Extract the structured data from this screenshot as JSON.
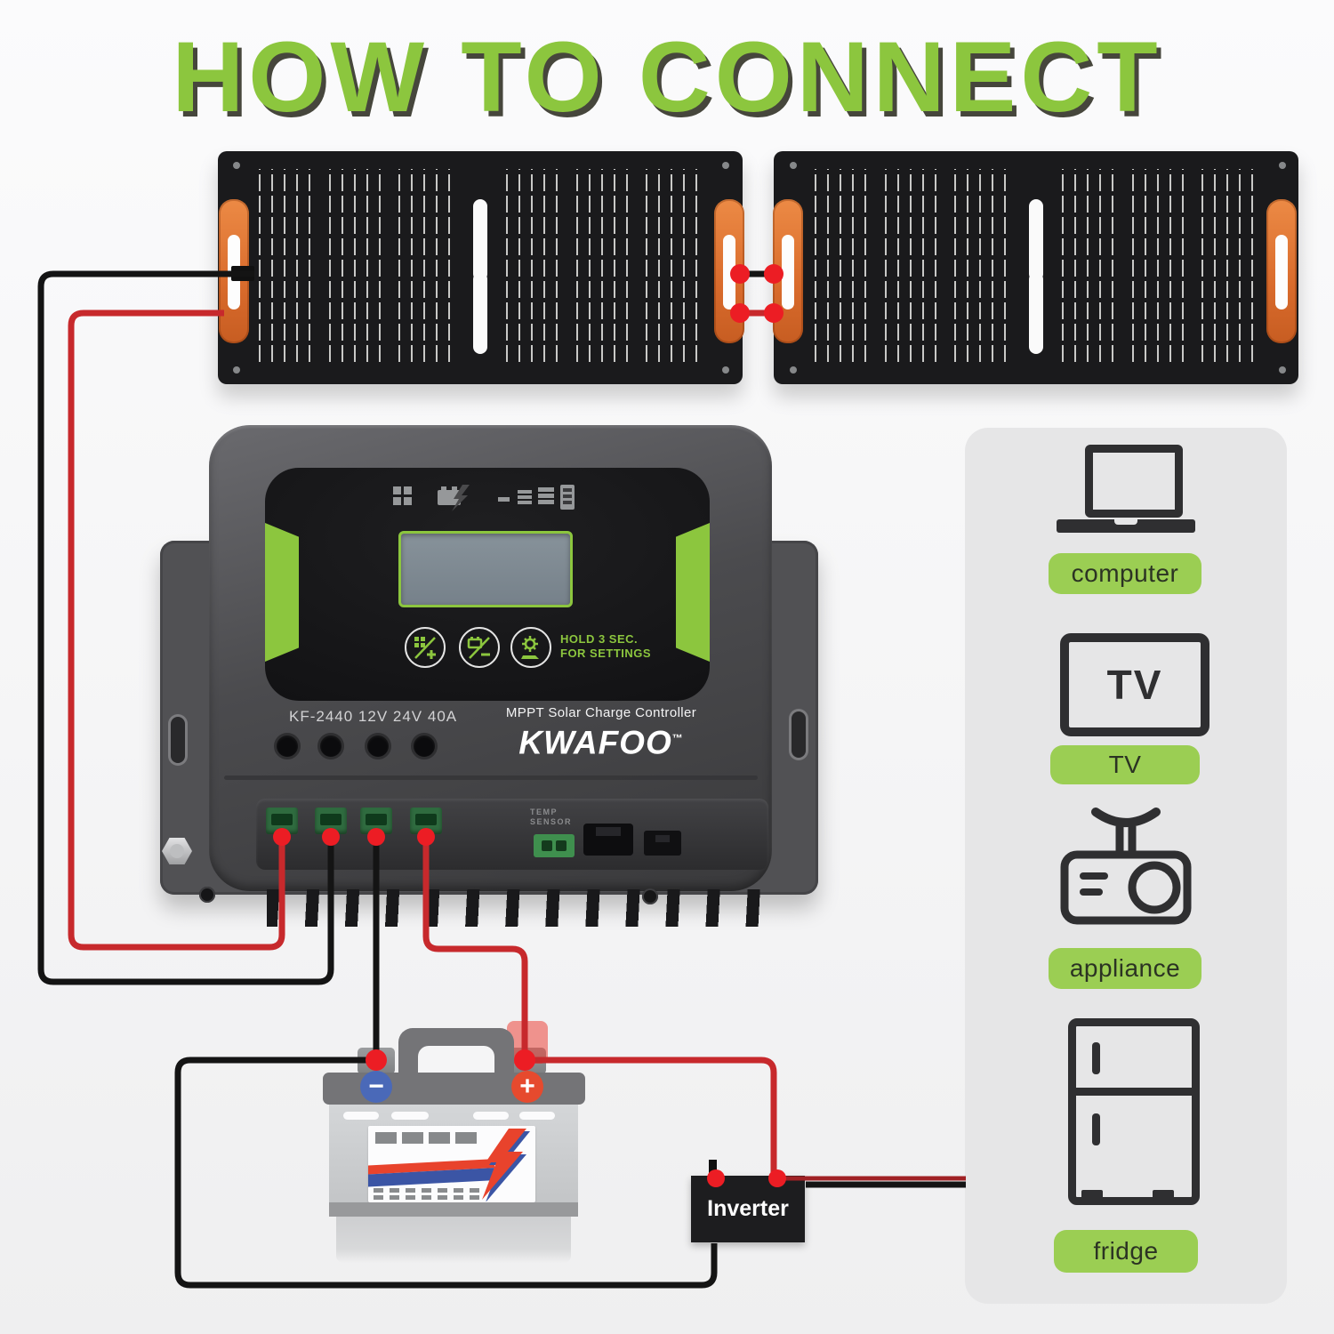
{
  "title": {
    "text": "HOW TO CONNECT"
  },
  "colors": {
    "accent-green": "#8CC63E",
    "pill-green": "#9BCE53",
    "wire-red": "#C7292C",
    "dot-red": "#EC1D24",
    "wire-black": "#141414",
    "icon-dark": "#2F2F31",
    "sidebar-gray": "#E6E6E7",
    "inverter-black": "#1D1D1F",
    "title-shadow": "#46463C"
  },
  "controller": {
    "model": "KF-2440 12V 24V 40A",
    "product": "MPPT Solar Charge Controller",
    "brand": "KWAFOO",
    "tm": "™",
    "hold_line1": "HOLD 3 SEC.",
    "hold_line2": "FOR SETTINGS",
    "temp_line1": "TEMP",
    "temp_line2": "SENSOR"
  },
  "battery": {
    "minus_symbol": "−",
    "plus_symbol": "+"
  },
  "inverter": {
    "label": "Inverter"
  },
  "sidebar": {
    "items": [
      {
        "label": "computer"
      },
      {
        "label": "TV",
        "icon_text": "TV"
      },
      {
        "label": "appliance"
      },
      {
        "label": "fridge"
      }
    ]
  }
}
